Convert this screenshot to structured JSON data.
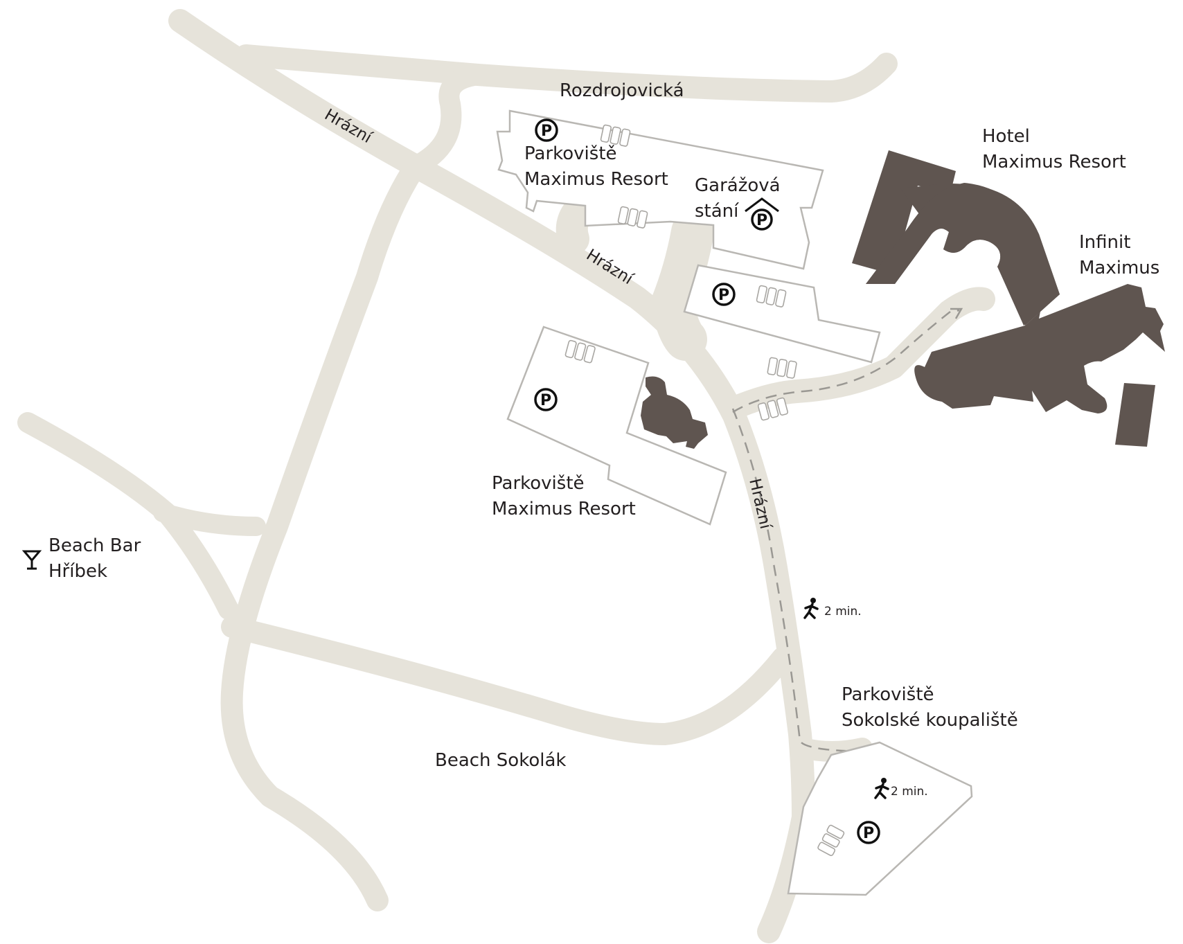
{
  "streets": {
    "rozdrojovicka": "Rozdrojovická",
    "hrazni_top": "Hrázní",
    "hrazni_middle": "Hrázní",
    "hrazni_south": "Hrázní"
  },
  "places": {
    "parking_north": [
      "Parkoviště",
      "Maximus Resort"
    ],
    "garage": [
      "Garážová",
      "stání"
    ],
    "parking_center": [
      "Parkoviště",
      "Maximus Resort"
    ],
    "hotel": [
      "Hotel",
      "Maximus Resort"
    ],
    "infinit": [
      "Infinit",
      "Maximus"
    ],
    "beach_bar": [
      "Beach Bar",
      "Hříbek"
    ],
    "parking_sokol": [
      "Parkoviště",
      "Sokolské koupaliště"
    ],
    "beach": "Beach Sokolák"
  },
  "walk": {
    "time_1": "2 min.",
    "time_2": "2 min."
  },
  "parking_symbol": "P",
  "icons": {
    "parking": "parking-icon",
    "garage": "garage-parking-icon",
    "walk": "pedestrian-icon",
    "bar": "cocktail-icon",
    "cars": "parked-cars-icon"
  },
  "colors": {
    "road": "#e6e3da",
    "building": "#5f5550",
    "lot_outline": "#b9b7b3",
    "text": "#231f20",
    "background": "#ffffff"
  }
}
